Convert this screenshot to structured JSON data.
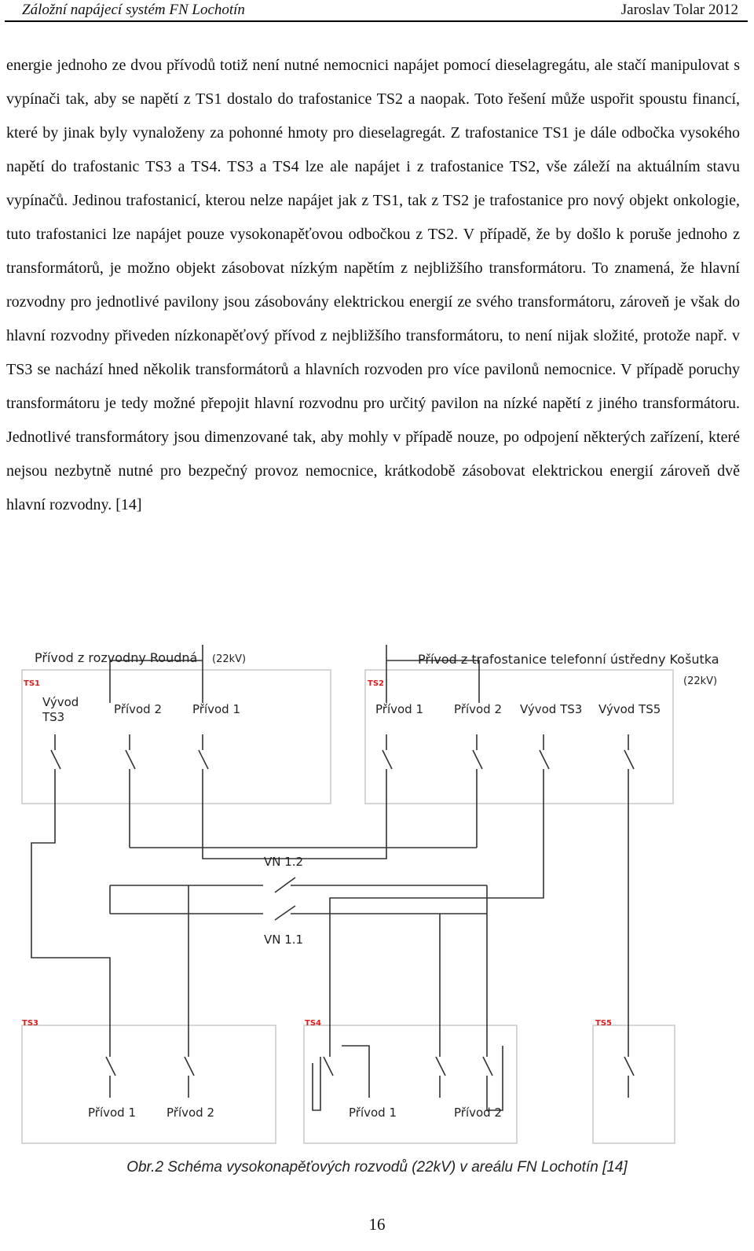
{
  "header": {
    "title": "Záložní napájecí systém FN Lochotín",
    "author": "Jaroslav Tolar 2012"
  },
  "body": {
    "paragraph": "energie jednoho ze dvou přívodů totiž není nutné nemocnici napájet pomocí dieselagregátu, ale stačí manipulovat s vypínači tak, aby se napětí z TS1 dostalo do trafostanice TS2 a naopak. Toto řešení může uspořit spoustu financí, které by jinak byly vynaloženy za pohonné hmoty pro dieselagregát. Z trafostanice TS1 je dále odbočka vysokého napětí do trafostanic TS3 a TS4. TS3 a TS4 lze ale napájet i z trafostanice TS2, vše záleží na aktuálním stavu vypínačů. Jedinou trafostanicí, kterou nelze napájet jak z TS1, tak z TS2 je trafostanice pro nový objekt onkologie, tuto trafostanici lze napájet pouze vysokonapěťovou odbočkou z TS2. V případě, že by došlo k poruše jednoho z transformátorů, je možno objekt zásobovat nízkým napětím z nejbližšího transformátoru. To znamená, že hlavní rozvodny pro jednotlivé pavilony jsou zásobovány elektrickou energií ze svého transformátoru, zároveň je však do hlavní rozvodny přiveden nízkonapěťový přívod z nejbližšího transformátoru, to není nijak složité, protože např. v TS3 se nachází hned několik transformátorů a hlavních rozvoden pro více pavilonů nemocnice. V případě poruchy transformátoru je tedy možné přepojit hlavní rozvodnu pro určitý pavilon na nízké napětí z jiného transformátoru. Jednotlivé transformátory jsou dimenzované tak, aby mohly v případě nouze, po odpojení některých zařízení, které nejsou nezbytně nutné pro bezpečný provoz nemocnice, krátkodobě zásobovat elektrickou energií zároveň dvě hlavní rozvodny. [14]"
  },
  "diagram": {
    "feed_left": "Přívod z rozvodny Roudná",
    "feed_left_kv": "(22kV)",
    "feed_right": "Přívod z trafostanice telefonní ústředny Košutka",
    "feed_right_kv": "(22kV)",
    "ts1": {
      "tag": "TS1",
      "vyvod_line1": "Vývod",
      "vyvod_line2": "TS3",
      "privod2": "Přívod 2",
      "privod1": "Přívod 1"
    },
    "ts2": {
      "tag": "TS2",
      "privod1": "Přívod 1",
      "privod2": "Přívod 2",
      "vyvod_ts3": "Vývod TS3",
      "vyvod_ts5": "Vývod TS5"
    },
    "vn12": "VN 1.2",
    "vn11": "VN 1.1",
    "ts3": {
      "tag": "TS3",
      "privod1": "Přívod 1",
      "privod2": "Přívod 2"
    },
    "ts4": {
      "tag": "TS4",
      "privod1": "Přívod 1",
      "privod2": "Přívod 2"
    },
    "ts5": {
      "tag": "TS5"
    },
    "colors": {
      "line": "#333333",
      "box": "#c8c8c8",
      "tag": "#d61f1f"
    }
  },
  "caption": "Obr.2 Schéma vysokonapěťových rozvodů (22kV) v areálu FN Lochotín [14]",
  "page_number": "16"
}
